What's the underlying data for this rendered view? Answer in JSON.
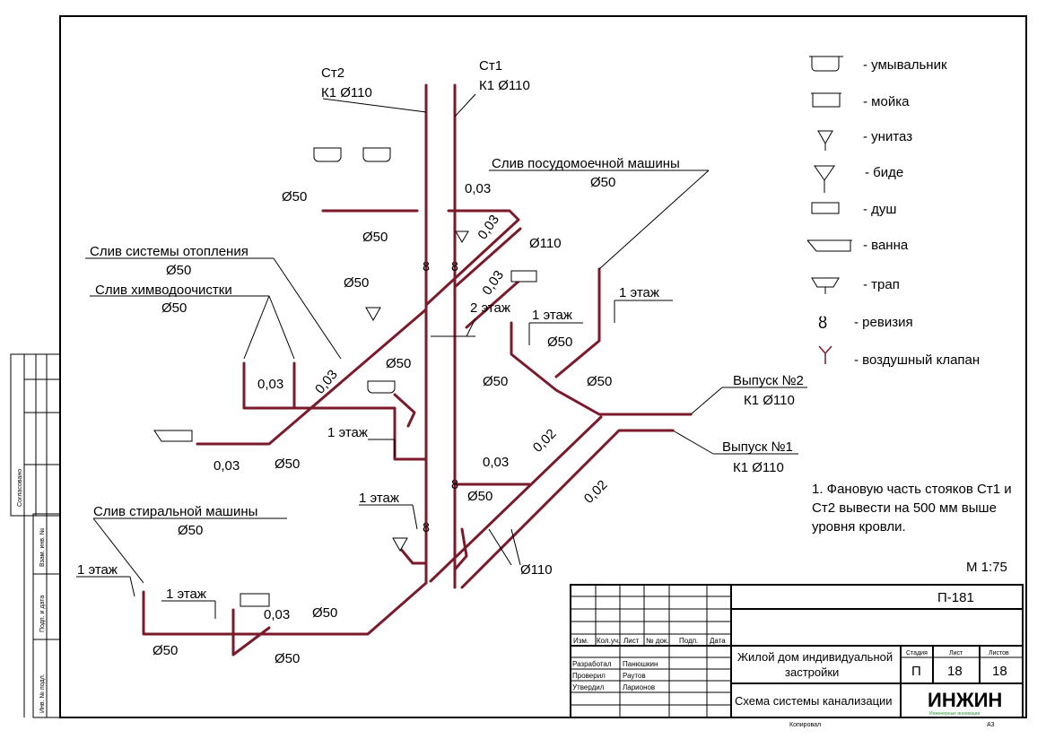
{
  "colors": {
    "pipe": "#7a1a2a",
    "line": "#000000",
    "logo_green": "#2e9a3a"
  },
  "risers": {
    "st2": {
      "name": "Ст2",
      "spec": "К1 Ø110"
    },
    "st1": {
      "name": "Ст1",
      "spec": "К1 Ø110"
    }
  },
  "labels": {
    "dishwasher": "Слив посудомоечной машины",
    "dishwasher_d": "Ø50",
    "heating": "Слив системы отопления",
    "heating_d": "Ø50",
    "chem": "Слив химводоочистки",
    "chem_d": "Ø50",
    "washer": "Слив стиральной машины",
    "washer_d": "Ø50",
    "outlet2": "Выпуск №2",
    "outlet2_d": "К1 Ø110",
    "outlet1": "Выпуск №1",
    "outlet1_d": "К1 Ø110",
    "scale": "М 1:75"
  },
  "dims": [
    "Ø50",
    "Ø50",
    "0,03",
    "0,03",
    "Ø110",
    "Ø50",
    "0,03",
    "2 этаж",
    "1 этаж",
    "1 этаж",
    "Ø50",
    "Ø50",
    "Ø50",
    "Ø50",
    "0,03",
    "0,03",
    "1 этаж",
    "0,02",
    "0,03",
    "Ø50",
    "0,03",
    "Ø50",
    "1 этаж",
    "0,02",
    "Ø110",
    "1 этаж",
    "1 этаж",
    "0,03",
    "Ø50",
    "Ø50",
    "Ø50"
  ],
  "note": [
    "1. Фановую часть стояков Ст1 и",
    "Ст2 вывести на 500 мм выше",
    "уровня кровли."
  ],
  "legend": [
    {
      "icon": "washbasin-icon",
      "label": "- умывальник"
    },
    {
      "icon": "sink-icon",
      "label": "- мойка"
    },
    {
      "icon": "toilet-icon",
      "label": "- унитаз"
    },
    {
      "icon": "bidet-icon",
      "label": "- биде"
    },
    {
      "icon": "shower-icon",
      "label": "- душ"
    },
    {
      "icon": "bathtub-icon",
      "label": "- ванна"
    },
    {
      "icon": "floor-drain-icon",
      "label": "- трап"
    },
    {
      "icon": "cleanout-icon",
      "label": "- ревизия"
    },
    {
      "icon": "air-valve-icon",
      "label": "- воздушный клапан"
    }
  ],
  "title_block": {
    "code": "П-181",
    "headers": [
      "Изм.",
      "Кол.уч.",
      "Лист",
      "№ док.",
      "Подп.",
      "Дата"
    ],
    "roles": [
      {
        "role": "Разработал",
        "name": "Панюшкин"
      },
      {
        "role": "Проверил",
        "name": "Раутов"
      },
      {
        "role": "Утвердил",
        "name": "Ларионов"
      }
    ],
    "project": [
      "Жилой дом индивидуальной",
      "застройки"
    ],
    "sheet_title": "Схема системы канализации",
    "stage_h": "Стадия",
    "sheet_h": "Лист",
    "sheets_h": "Листов",
    "stage": "П",
    "sheet": "18",
    "sheets": "18",
    "logo": "ИНЖИН",
    "logo_sub": "Инженерные инновации",
    "copied": "Копировал",
    "format": "А3"
  },
  "side_stamp": {
    "agreed": "Согласовано",
    "cols": [
      "Взам. инв. №",
      "Подп. и дата",
      "Инв. № подл."
    ]
  }
}
